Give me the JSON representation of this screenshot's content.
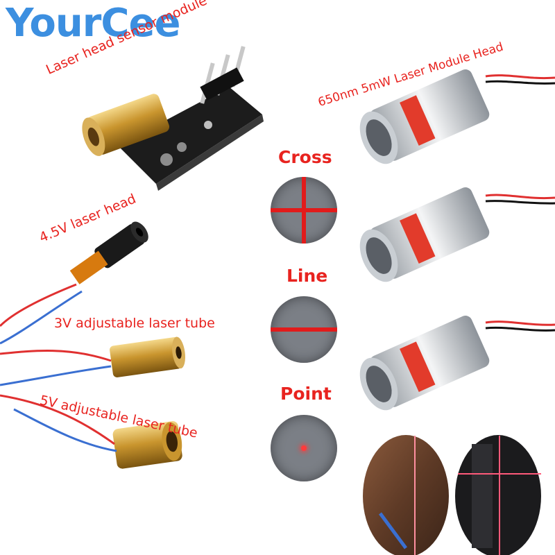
{
  "brand": {
    "name": "YourCee"
  },
  "labels": {
    "sensor_module": "Laser head sensor module",
    "laser_head_45v": "4.5V laser head",
    "tube_3v": "3V adjustable laser tube",
    "tube_5v": "5V adjustable laser tube",
    "module_head": "650nm 5mW Laser Module Head"
  },
  "patterns": {
    "cross": "Cross",
    "line": "Line",
    "point": "Point"
  },
  "colors": {
    "brand_blue": "#3c8fe0",
    "label_red": "#e8231f",
    "beam_red": "#e21b1b",
    "disc_gray": "#7b7f86"
  }
}
